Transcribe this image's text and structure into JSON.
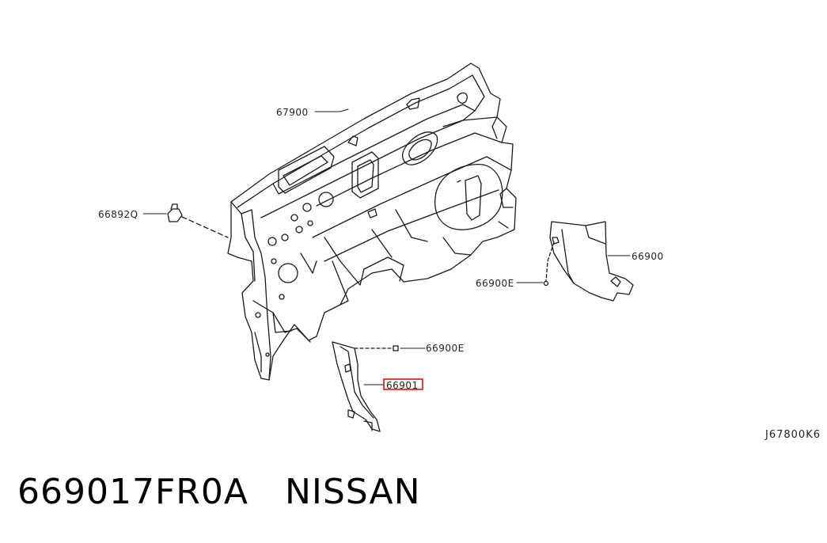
{
  "diagram": {
    "callouts": {
      "p67900": "67900",
      "p66892q": "66892Q",
      "p66900": "66900",
      "p66900e_right": "66900E",
      "p66900e_lower": "66900E",
      "p66901": "66901"
    },
    "highlight_color": "#e00000",
    "reference_code": "J67800K6"
  },
  "caption": {
    "part_number": "669017FR0A",
    "brand": "NISSAN"
  }
}
